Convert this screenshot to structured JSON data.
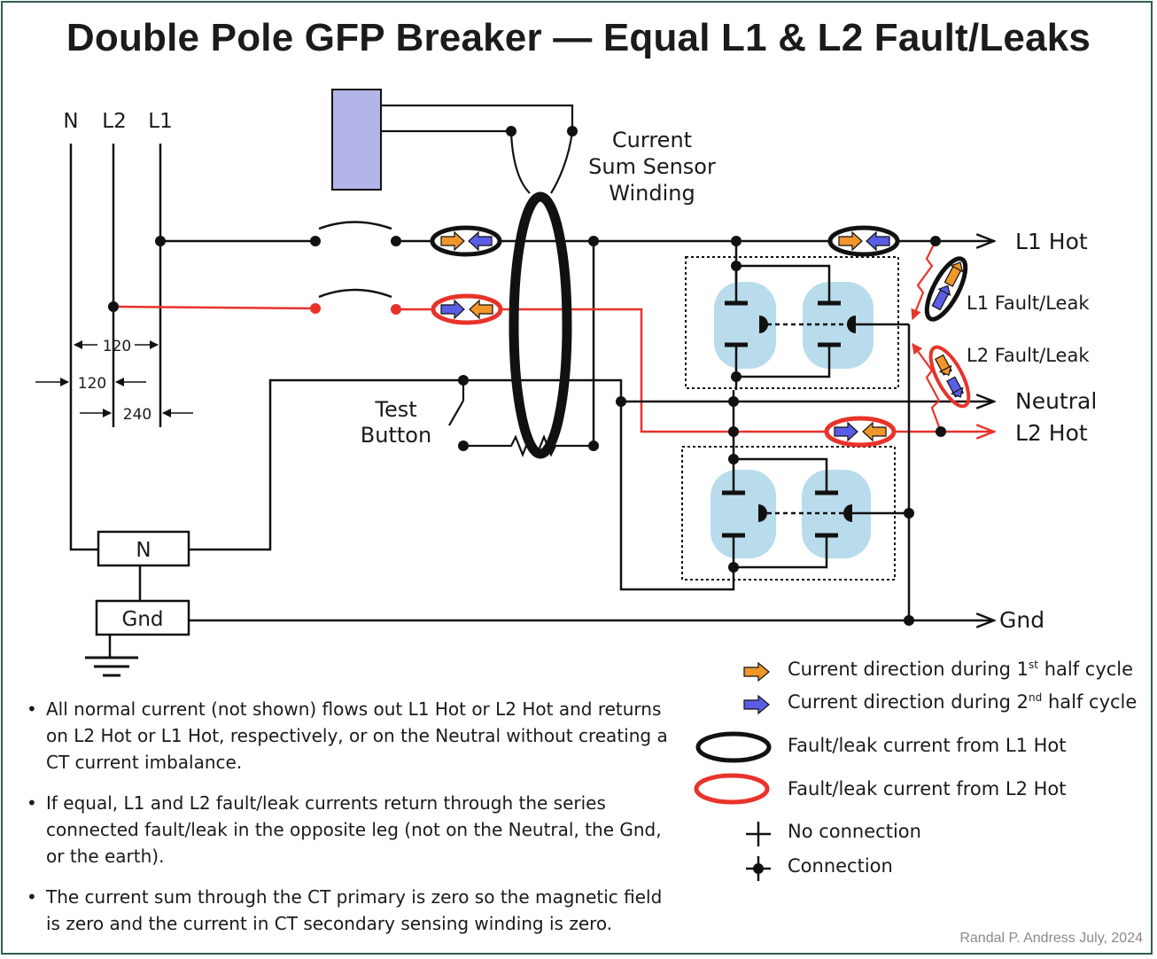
{
  "title": "Double Pole GFP Breaker — Equal L1 & L2 Fault/Leaks",
  "colors": {
    "l1_wire": "#111111",
    "l2_wire": "#e8332a",
    "sensor_box": "#b3b5e8",
    "contact_blob": "#b8dcec",
    "arrow_first": "#f0962a",
    "arrow_second": "#5a5ee6",
    "frame": "#2f5e55"
  },
  "labels": {
    "n_bus": "N",
    "l2_bus": "L2",
    "l1_bus": "L1",
    "dim_120_top": "120",
    "dim_120_mid": "120",
    "dim_240": "240",
    "sensor_line1": "Current",
    "sensor_line2": "Sum Sensor",
    "sensor_line3": "Winding",
    "test_line1": "Test",
    "test_line2": "Button",
    "out_l1": "L1 Hot",
    "out_neutral": "Neutral",
    "out_l2": "L2 Hot",
    "out_gnd": "Gnd",
    "l1_fault": "L1 Fault/Leak",
    "l2_fault": "L2 Fault/Leak",
    "n_block": "N",
    "gnd_block": "Gnd"
  },
  "legend": {
    "first_half_pre": "Current direction during 1",
    "first_half_sup": "st",
    "first_half_post": " half cycle",
    "second_half_pre": "Current direction during 2",
    "second_half_sup": "nd",
    "second_half_post": " half cycle",
    "l1_fault": "Fault/leak current from L1 Hot",
    "l2_fault": "Fault/leak current from L2 Hot",
    "no_connection": "No connection",
    "connection": "Connection"
  },
  "notes": [
    "All normal current (not shown) flows out L1 Hot or L2 Hot and returns on L2 Hot or L1 Hot, respectively, or on the Neutral without creating a CT current imbalance.",
    "If equal, L1 and L2 fault/leak currents return through the series connected fault/leak in the opposite leg (not on the Neutral, the Gnd, or the earth).",
    "The current sum through the CT primary is zero so the magnetic field is zero and the current in CT secondary sensing winding is zero."
  ],
  "credit": "Randal P. Andress   July, 2024"
}
